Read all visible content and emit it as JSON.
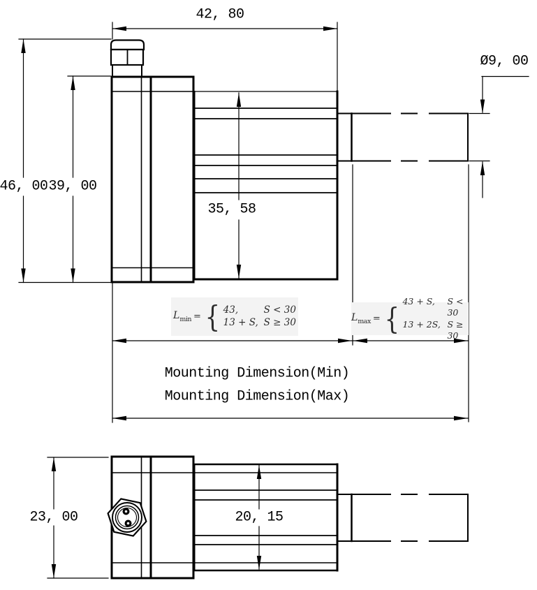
{
  "drawing": {
    "labels": {
      "dim_width_top": "42, 80",
      "dim_height_outer": "46, 00",
      "dim_height_body": "39, 00",
      "dim_gearbox_face": "35, 58",
      "dim_shaft_dia": "Ø9, 00",
      "mounting_min": "Mounting Dimension(Min)",
      "mounting_max": "Mounting Dimension(Max)",
      "dim_depth_body": "23, 00",
      "dim_depth_gearbox": "20, 15"
    },
    "formulas": {
      "lmin": {
        "lhs": "L",
        "sub": "min",
        "eq": "=",
        "brace": "{",
        "rows": [
          {
            "expr": "43,",
            "cond": "S < 30"
          },
          {
            "expr": "13 + S,",
            "cond": "S ≥ 30"
          }
        ]
      },
      "lmax": {
        "lhs": "L",
        "sub": "max",
        "eq": "=",
        "brace": "{",
        "rows": [
          {
            "expr": "43 + S,",
            "cond": "S < 30"
          },
          {
            "expr": "13 + 2S,",
            "cond": "S ≥ 30"
          }
        ]
      }
    },
    "colors": {
      "line": "#000000",
      "background": "#ffffff",
      "formula_bg": "#f3f3f3",
      "formula_text": "#2b2b2b"
    }
  }
}
